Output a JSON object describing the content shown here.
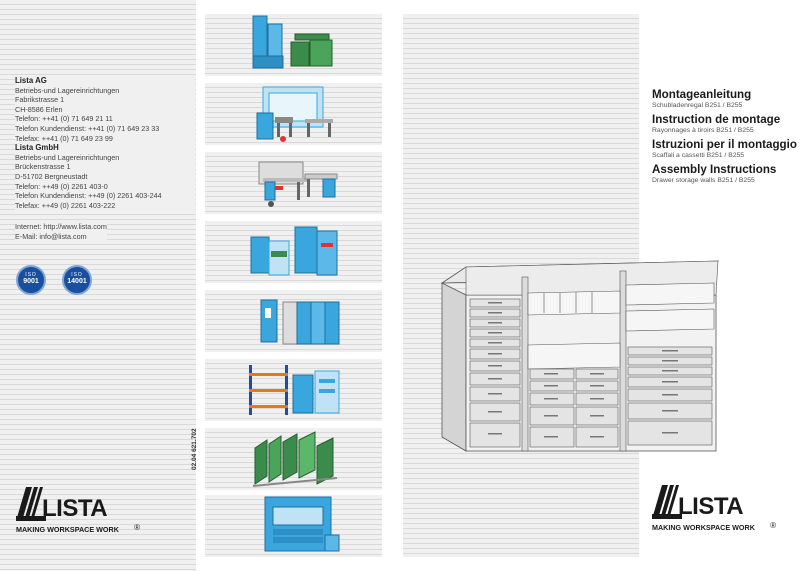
{
  "address": {
    "company1": "Lista AG",
    "company1_lines": [
      "Betriebs-und Lagereinrichtungen",
      "Fabrikstrasse 1",
      "CH-8586 Erlen",
      "Telefon: ++41 (0) 71 649 21 11",
      "Telefon Kundendienst: ++41 (0) 71 649 23 33",
      "Telefax: ++41 (0) 71 649 23 99"
    ],
    "company2": "Lista GmbH",
    "company2_lines": [
      "Betriebs-und Lagereinrichtungen",
      "Brückenstrasse 1",
      "D-51702 Bergneustadt",
      "Telefon: ++49 (0) 2261 403-0",
      "Telefon Kundendienst: ++49 (0) 2261 403-244",
      "Telefax: ++49 (0) 2261 403-222"
    ],
    "internet": "Internet: http://www.lista.com",
    "email": "E-Mail: info@lista.com"
  },
  "certifications": [
    {
      "label": "ISO",
      "number": "9001"
    },
    {
      "label": "ISO",
      "number": "14001"
    }
  ],
  "logo": {
    "word": "LISTA",
    "tagline": "MAKING WORKSPACE WORK",
    "registered": "®"
  },
  "doc_number": "02.04   621.702",
  "titles": [
    {
      "title": "Montageanleitung",
      "subtitle": "Schubladenregal B251 / B255"
    },
    {
      "title": "Instruction de montage",
      "subtitle": "Rayonnages à tiroirs B251 / B255"
    },
    {
      "title": "Istruzioni per il montaggio",
      "subtitle": "Scaffali a cassetti B251 / B255"
    },
    {
      "title": "Assembly Instructions",
      "subtitle": "Drawer storage walls B251 / B255"
    }
  ],
  "product_tiles": [
    "cabinets-icon",
    "workshop-icon",
    "workbench-icon",
    "cupboard-icon",
    "locker-icon",
    "rack-icon",
    "mobile-shelf-icon",
    "tower-icon"
  ],
  "colors": {
    "accent_blue": "#3aa6de",
    "green": "#3b8c4a",
    "stripe_bg": "#f0f0f0",
    "stripe_line": "#d9d9d9",
    "iso_blue": "#1a4fa0"
  }
}
